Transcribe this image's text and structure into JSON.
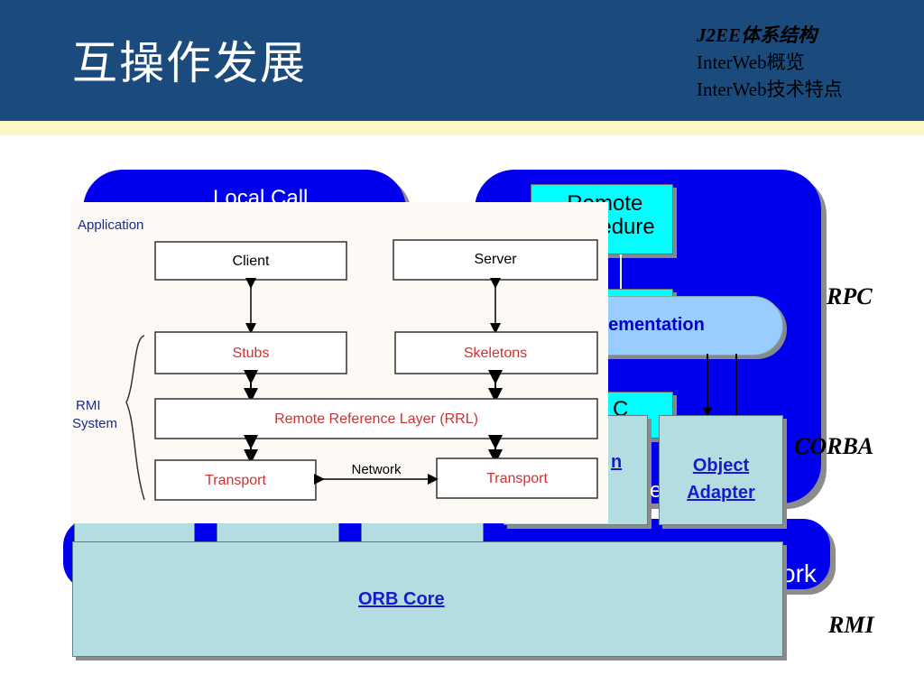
{
  "header": {
    "title": "互操作发展",
    "nav": [
      "J2EE体系结构",
      "InterWeb概览",
      "InterWeb技术特点"
    ]
  },
  "labels": {
    "rpc": "RPC",
    "corba": "CORBA",
    "rmi": "RMI"
  },
  "background_panels": {
    "left_panel_text": "Local Call",
    "remote_procedure": "Remote\nProcedure",
    "implementation": "Implementation",
    "cyan_fragment": "C",
    "network": "Network",
    "network_fragment": "ork",
    "fragment_e": "e",
    "fragment_n": "n"
  },
  "corba": {
    "object_adapter": "Object Adapter",
    "orb_core": "ORB Core"
  },
  "rmi_diagram": {
    "application": "Application",
    "client": "Client",
    "server": "Server",
    "stubs": "Stubs",
    "skeletons": "Skeletons",
    "rmi_system": "RMI\nSystem",
    "rrl": "Remote Reference Layer (RRL)",
    "transport_left": "Transport",
    "transport_right": "Transport",
    "network": "Network"
  },
  "colors": {
    "header_bg": "#1b4a7c",
    "stripe": "#fff6c8",
    "blue_panel": "#0000ee",
    "cyan": "#00ffff",
    "teal": "#b3dde0",
    "pill": "#99ccff",
    "rmi_red": "#cc3333"
  }
}
